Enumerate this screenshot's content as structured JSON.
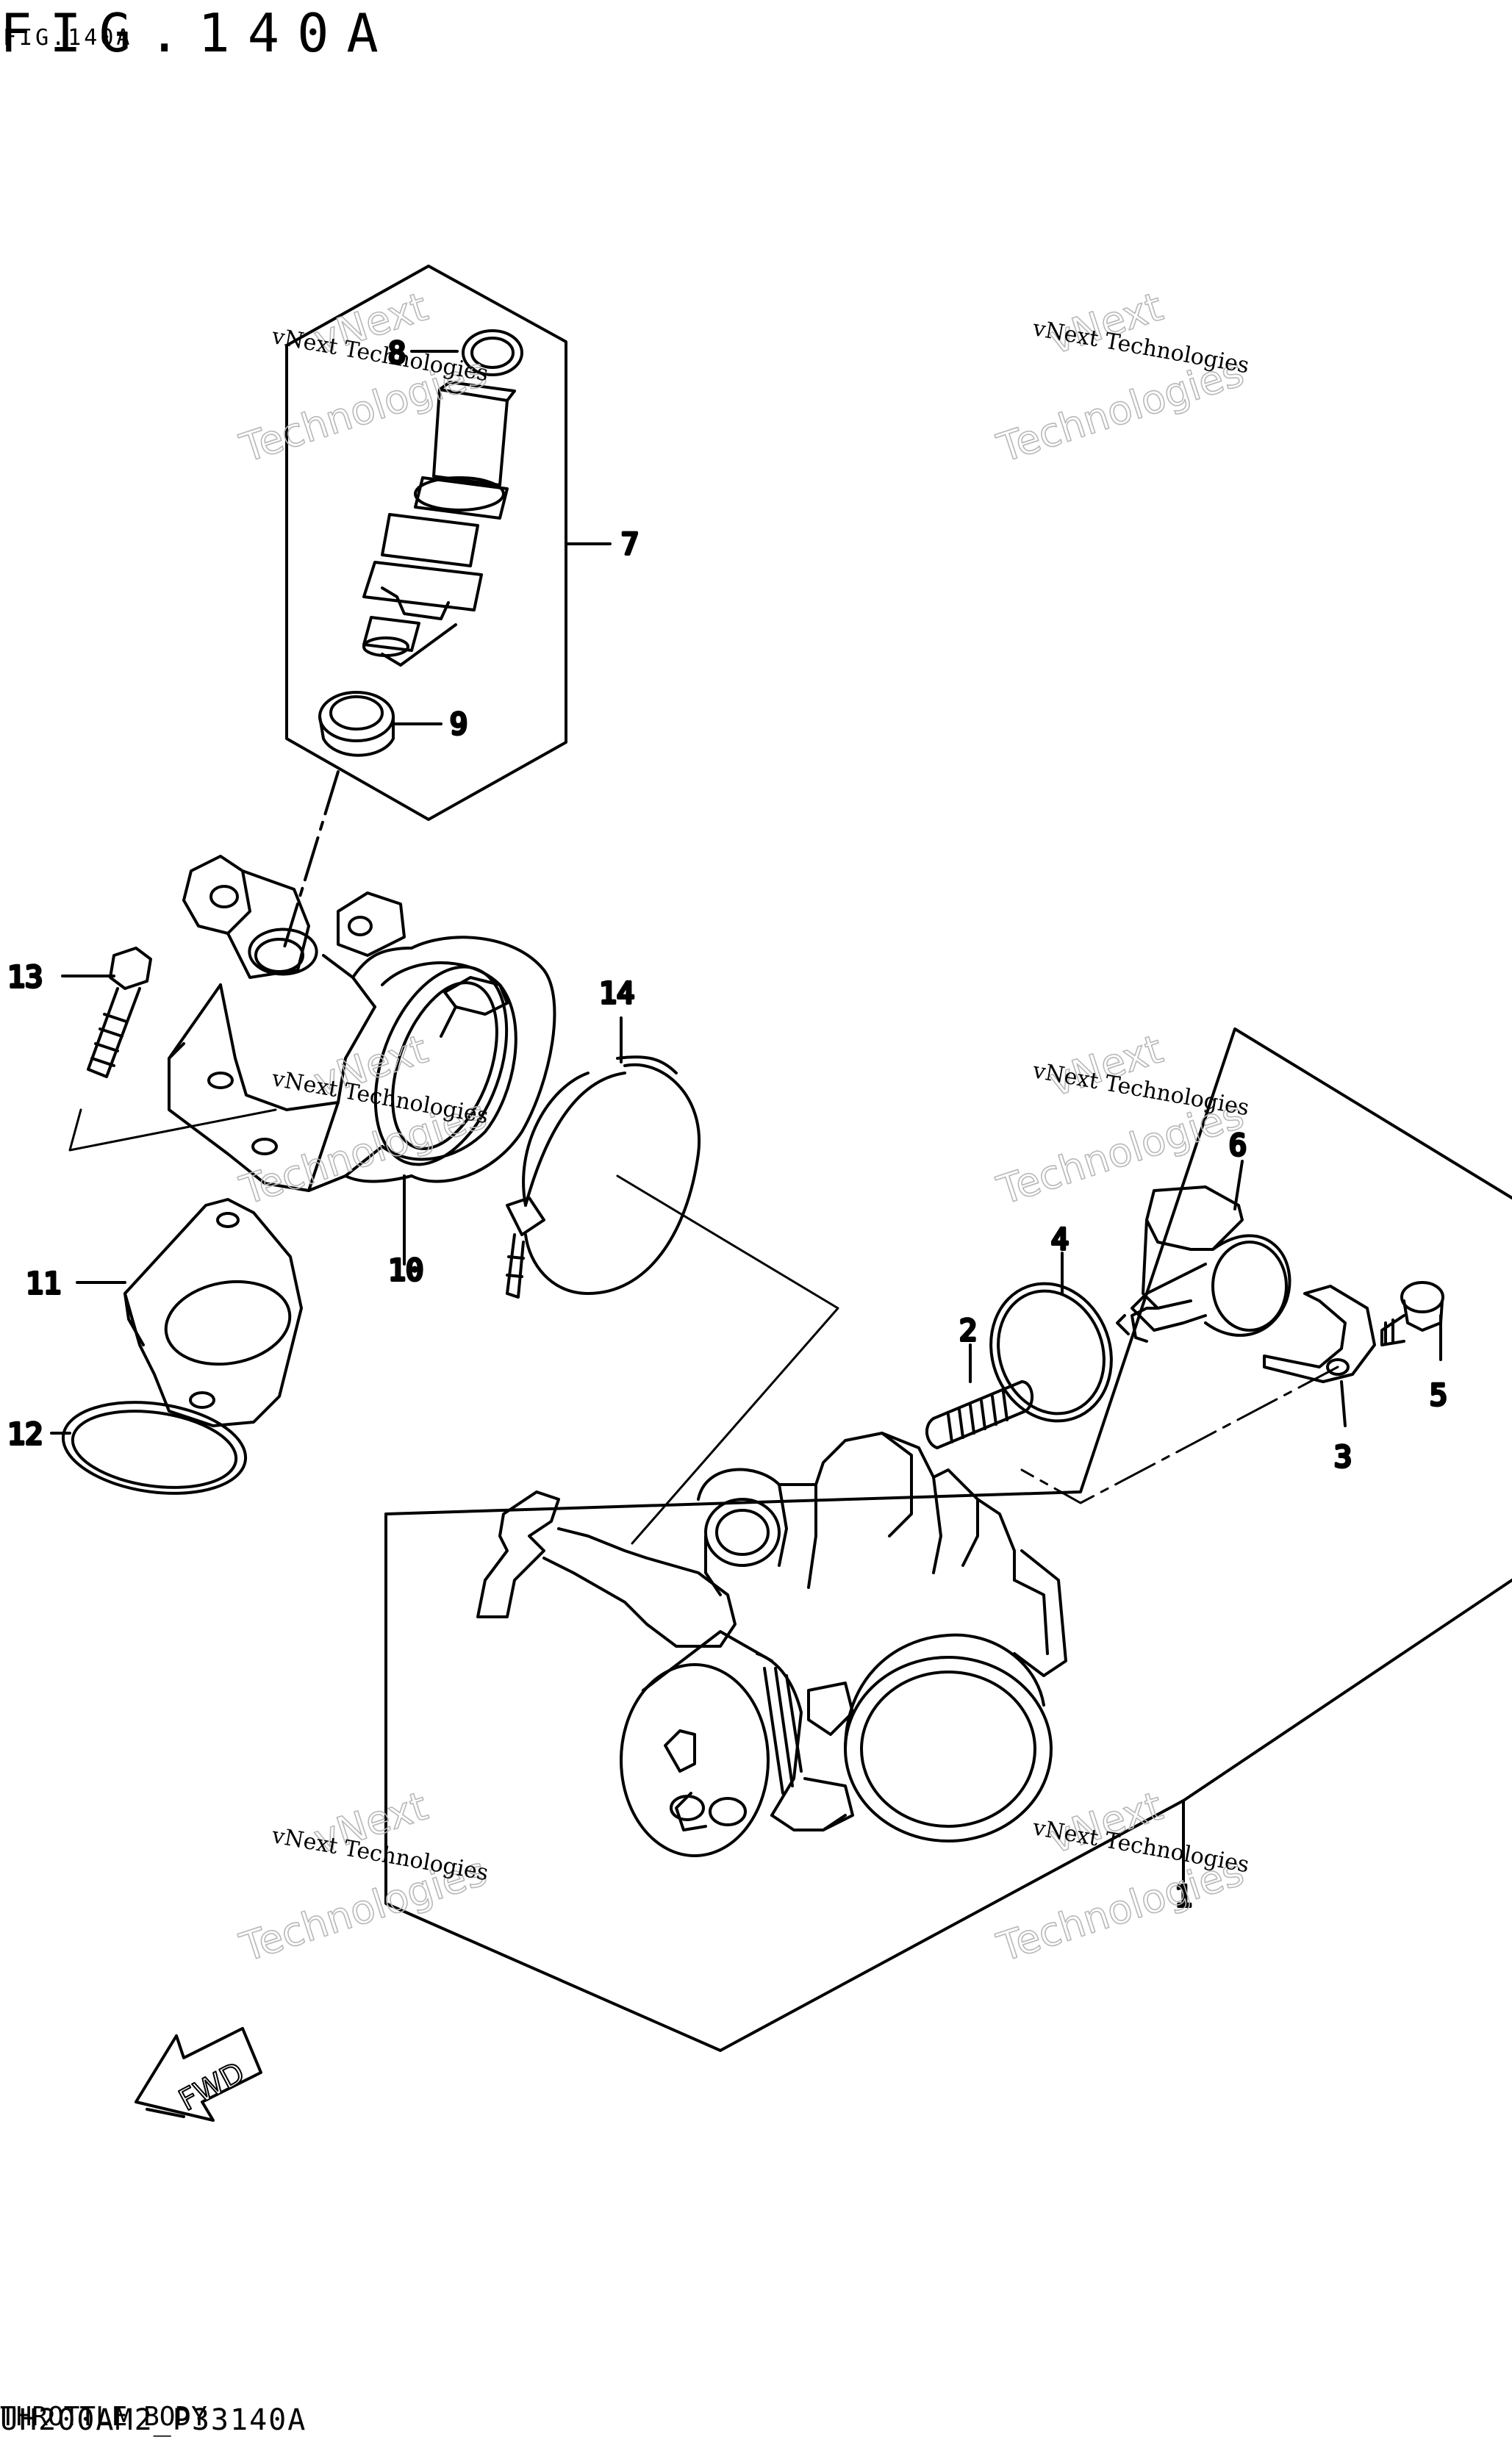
{
  "header": {
    "figure_title": "FIG.140A",
    "figure_sub": "FIG.140A"
  },
  "footer": {
    "diagram_code": "UH200AM2_P33140A",
    "caption": "THROTTLE BODY"
  },
  "watermark": {
    "line_small": "vNext Technologies",
    "word_vnext": "vNext",
    "word_tech": "Technologies"
  },
  "callouts": [
    "1",
    "2",
    "3",
    "4",
    "5",
    "6",
    "7",
    "8",
    "9",
    "10",
    "11",
    "12",
    "13",
    "14"
  ],
  "fwd_label": "FWD"
}
